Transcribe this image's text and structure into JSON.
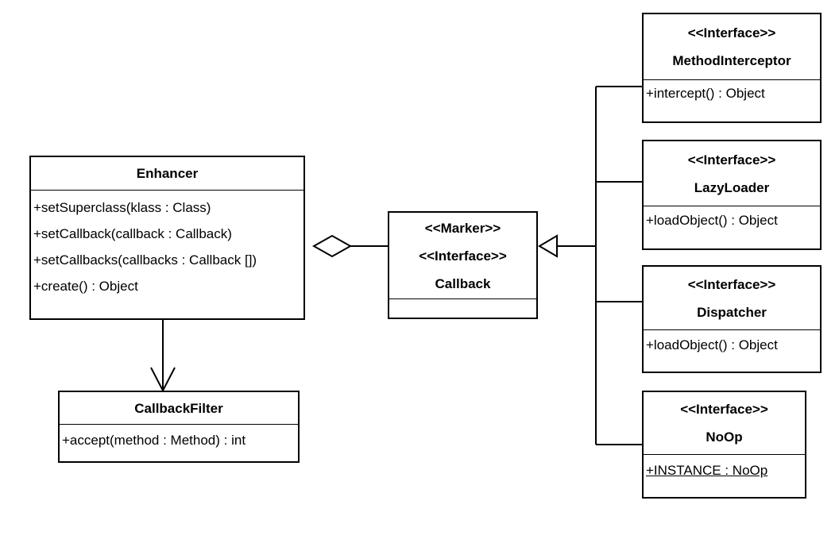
{
  "classes": {
    "enhancer": {
      "name": "Enhancer",
      "members": [
        "+setSuperclass(klass : Class)",
        "+setCallback(callback : Callback)",
        "+setCallbacks(callbacks : Callback [])",
        "+create() : Object"
      ]
    },
    "callback_filter": {
      "name": "CallbackFilter",
      "members": [
        "+accept(method : Method) : int"
      ]
    },
    "callback": {
      "stereotypes": [
        "<<Marker>>",
        "<<Interface>>"
      ],
      "name": "Callback"
    },
    "method_interceptor": {
      "stereotype": "<<Interface>>",
      "name": "MethodInterceptor",
      "members": [
        "+intercept() : Object"
      ]
    },
    "lazy_loader": {
      "stereotype": "<<Interface>>",
      "name": "LazyLoader",
      "members": [
        "+loadObject() : Object"
      ]
    },
    "dispatcher": {
      "stereotype": "<<Interface>>",
      "name": "Dispatcher",
      "members": [
        "+loadObject() : Object"
      ]
    },
    "noop": {
      "stereotype": "<<Interface>>",
      "name": "NoOp",
      "members": [
        "+INSTANCE : NoOp"
      ]
    }
  },
  "relationships": [
    {
      "from": "Enhancer",
      "to": "Callback",
      "kind": "aggregation"
    },
    {
      "from": "Enhancer",
      "to": "CallbackFilter",
      "kind": "association"
    },
    {
      "from": "MethodInterceptor",
      "to": "Callback",
      "kind": "generalization"
    },
    {
      "from": "LazyLoader",
      "to": "Callback",
      "kind": "generalization"
    },
    {
      "from": "Dispatcher",
      "to": "Callback",
      "kind": "generalization"
    },
    {
      "from": "NoOp",
      "to": "Callback",
      "kind": "generalization"
    }
  ]
}
